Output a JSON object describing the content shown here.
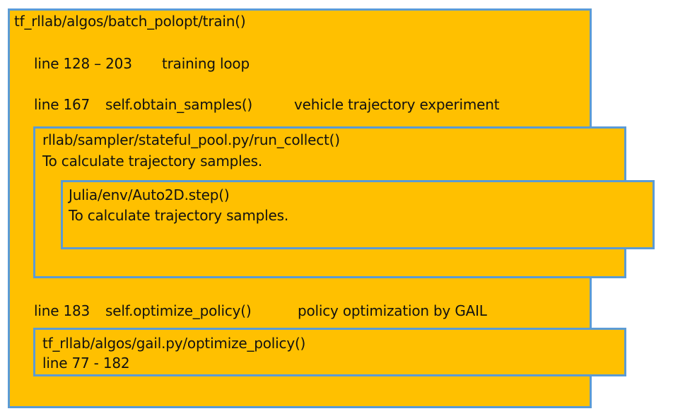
{
  "outer": {
    "title": "tf_rllab/algos/batch_polopt/train()",
    "line1_range": "line 128 – 203",
    "line1_desc": "training loop",
    "line2_num": "line 167",
    "line2_call": "self.obtain_samples()",
    "line2_desc": "vehicle trajectory experiment",
    "line3_num": "line 183",
    "line3_call": "self.optimize_policy()",
    "line3_desc": "policy optimization by GAIL"
  },
  "sampler": {
    "title": "rllab/sampler/stateful_pool.py/run_collect()",
    "desc": "To calculate trajectory samples."
  },
  "julia": {
    "title": "Julia/env/Auto2D.step()",
    "desc": "To calculate trajectory samples."
  },
  "gail": {
    "title": "tf_rllab/algos/gail.py/optimize_policy()",
    "lines": "line 77 - 182"
  },
  "colors": {
    "box_fill": "#ffc000",
    "box_border": "#5b9bd5",
    "text": "#111111"
  }
}
